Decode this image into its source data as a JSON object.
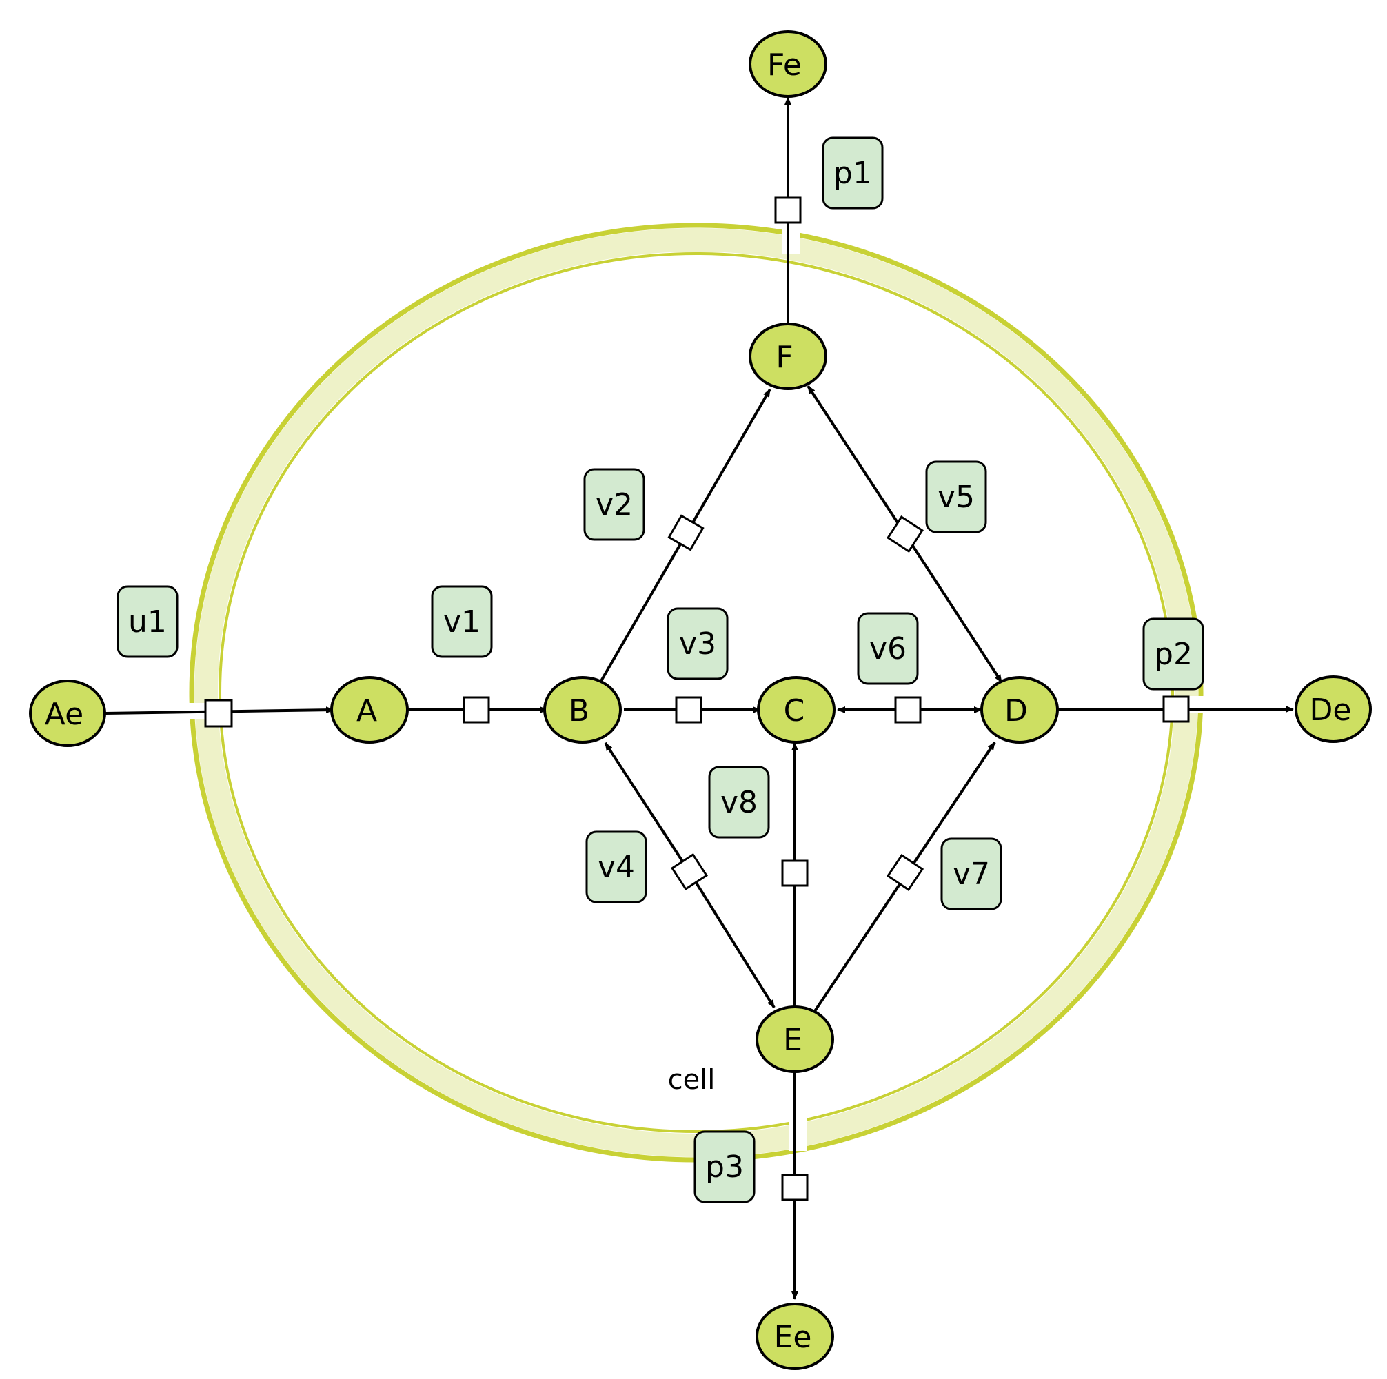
{
  "compartment": {
    "label": "cell"
  },
  "species": {
    "Ae": "Ae",
    "A": "A",
    "B": "B",
    "C": "C",
    "D": "D",
    "De": "De",
    "E": "E",
    "Ee": "Ee",
    "F": "F",
    "Fe": "Fe"
  },
  "reactions": {
    "u1": "u1",
    "v1": "v1",
    "v2": "v2",
    "v3": "v3",
    "v4": "v4",
    "v5": "v5",
    "v6": "v6",
    "v7": "v7",
    "v8": "v8",
    "p1": "p1",
    "p2": "p2",
    "p3": "p3"
  },
  "colors": {
    "species_fill": "#cddf62",
    "reaction_label_fill": "#d3ead0",
    "compartment_stroke": "#c8d135",
    "compartment_band": "#eef2c8"
  }
}
